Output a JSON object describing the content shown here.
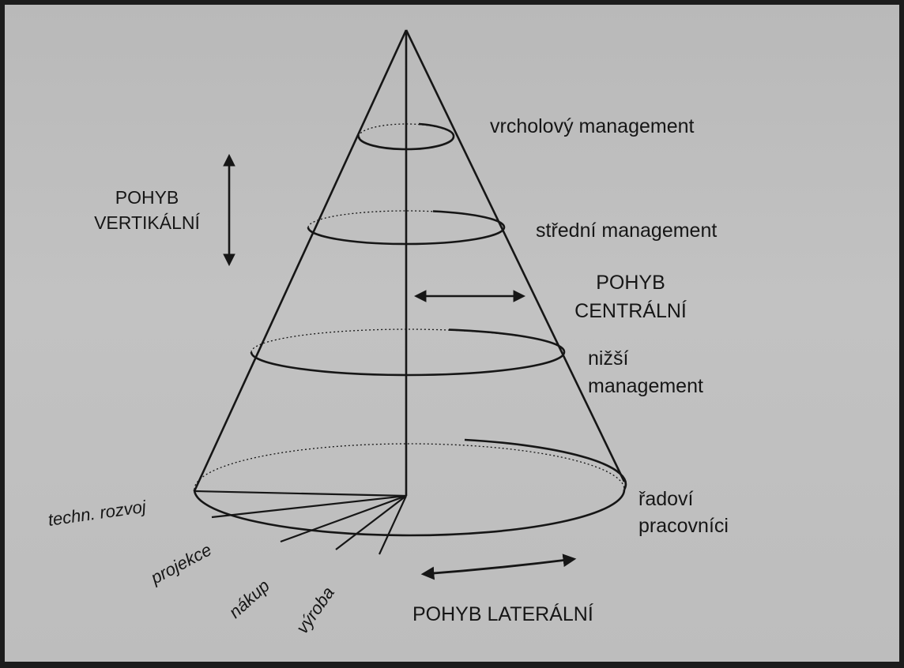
{
  "levels": {
    "top": "vrcholový management",
    "middle": "střední management",
    "lower_line1": "nižší",
    "lower_line2": "management",
    "workers_line1": "řadoví",
    "workers_line2": "pracovníci"
  },
  "movements": {
    "vertical_line1": "POHYB",
    "vertical_line2": "VERTIKÁLNÍ",
    "central_line1": "POHYB",
    "central_line2": "CENTRÁLNÍ",
    "lateral": "POHYB LATERÁLNÍ"
  },
  "functions": {
    "tech": "techn. rozvoj",
    "projection": "projekce",
    "purchase": "nákup",
    "production": "výroba"
  },
  "colors": {
    "paper": "#bdbdbd",
    "ink": "#161616",
    "frame": "#1c1c1c"
  }
}
